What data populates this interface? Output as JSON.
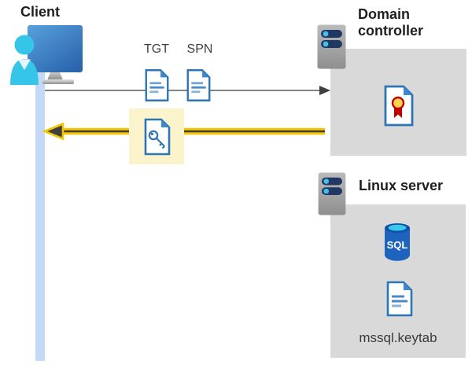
{
  "labels": {
    "client": "Client",
    "domain_controller": "Domain controller",
    "linux_server": "Linux server",
    "tgt": "TGT",
    "spn": "SPN",
    "sql_icon_text": "SQL",
    "mssql_keytab": "mssql.keytab"
  },
  "colors": {
    "box_gray": "#D9D9D9",
    "timeline_blue": "#C4D9F7",
    "highlight_yellow": "#FBF3CC",
    "arrow_gray": "#595959",
    "arrow_dark": "#3E3E3E",
    "arrow_yellow": "#F5C500",
    "doc_border_blue": "#2E75B6",
    "doc_line_blue": "#5B9BD5",
    "monitor_blue": "#3A7CC4",
    "person_cyan": "#35C5E9",
    "server_navy": "#1F3864",
    "server_dot_cyan": "#45BEE8",
    "sql_body_blue": "#1E63BE",
    "sql_top_cyan": "#38C8EA",
    "medal_gold": "#FFD34D",
    "medal_red": "#C00000"
  }
}
